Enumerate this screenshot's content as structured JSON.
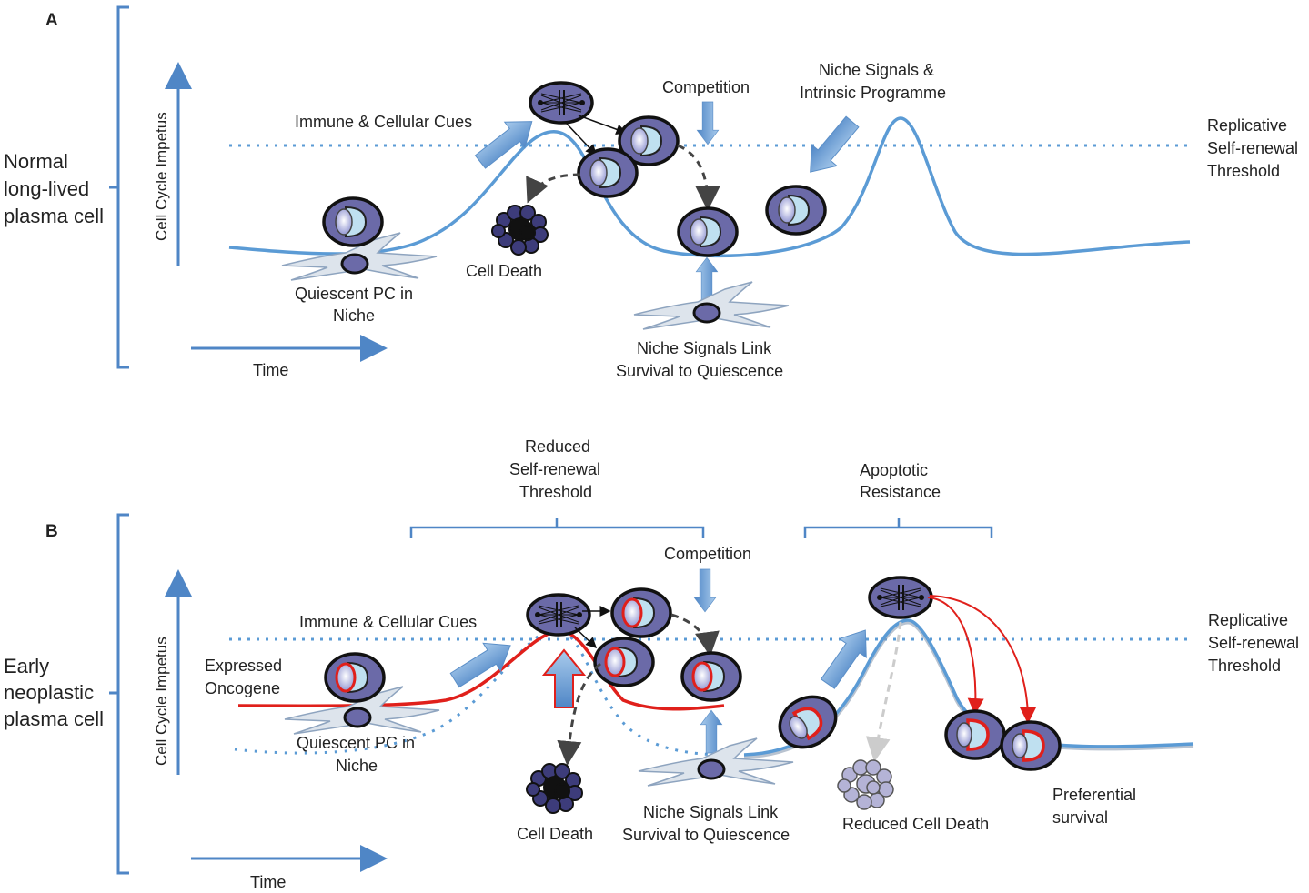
{
  "panel_a": {
    "letter": "A",
    "side_label": [
      "Normal",
      "long-lived",
      "plasma cell"
    ],
    "y_axis_label": "Cell Cycle Impetus",
    "x_axis_label": "Time",
    "threshold_label": [
      "Replicative",
      "Self-renewal",
      "Threshold"
    ],
    "immune_cues": "Immune & Cellular Cues",
    "competition": "Competition",
    "niche_intrinsic": [
      "Niche Signals &",
      "Intrinsic Programme"
    ],
    "cell_death": "Cell Death",
    "quiescent": [
      "Quiescent PC in",
      "Niche"
    ],
    "niche_link": [
      "Niche Signals Link",
      "Survival to  Quiescence"
    ]
  },
  "panel_b": {
    "letter": "B",
    "side_label": [
      "Early",
      "neoplastic",
      "plasma cell"
    ],
    "y_axis_label": "Cell Cycle Impetus",
    "x_axis_label": "Time",
    "threshold_label": [
      "Replicative",
      "Self-renewal",
      "Threshold"
    ],
    "reduced_threshold": [
      "Reduced",
      "Self-renewal",
      "Threshold"
    ],
    "apoptotic": [
      "Apoptotic",
      "Resistance"
    ],
    "competition": "Competition",
    "immune_cues": "Immune & Cellular Cues",
    "oncogene": [
      "Expressed",
      "Oncogene"
    ],
    "quiescent": [
      "Quiescent PC in",
      "Niche"
    ],
    "cell_death": "Cell Death",
    "niche_link": [
      "Niche Signals Link",
      "Survival to  Quiescence"
    ],
    "reduced_death": "Reduced Cell Death",
    "preferential": [
      "Preferential",
      "survival"
    ]
  },
  "colors": {
    "axis_blue": "#4f86c6",
    "curve_blue": "#5b9bd5",
    "oncogene_red": "#e0201b",
    "cell_fill": "#6b6aa8",
    "nucleus_fill": "#bfe0f0",
    "stroma_fill": "#dde4ec"
  }
}
